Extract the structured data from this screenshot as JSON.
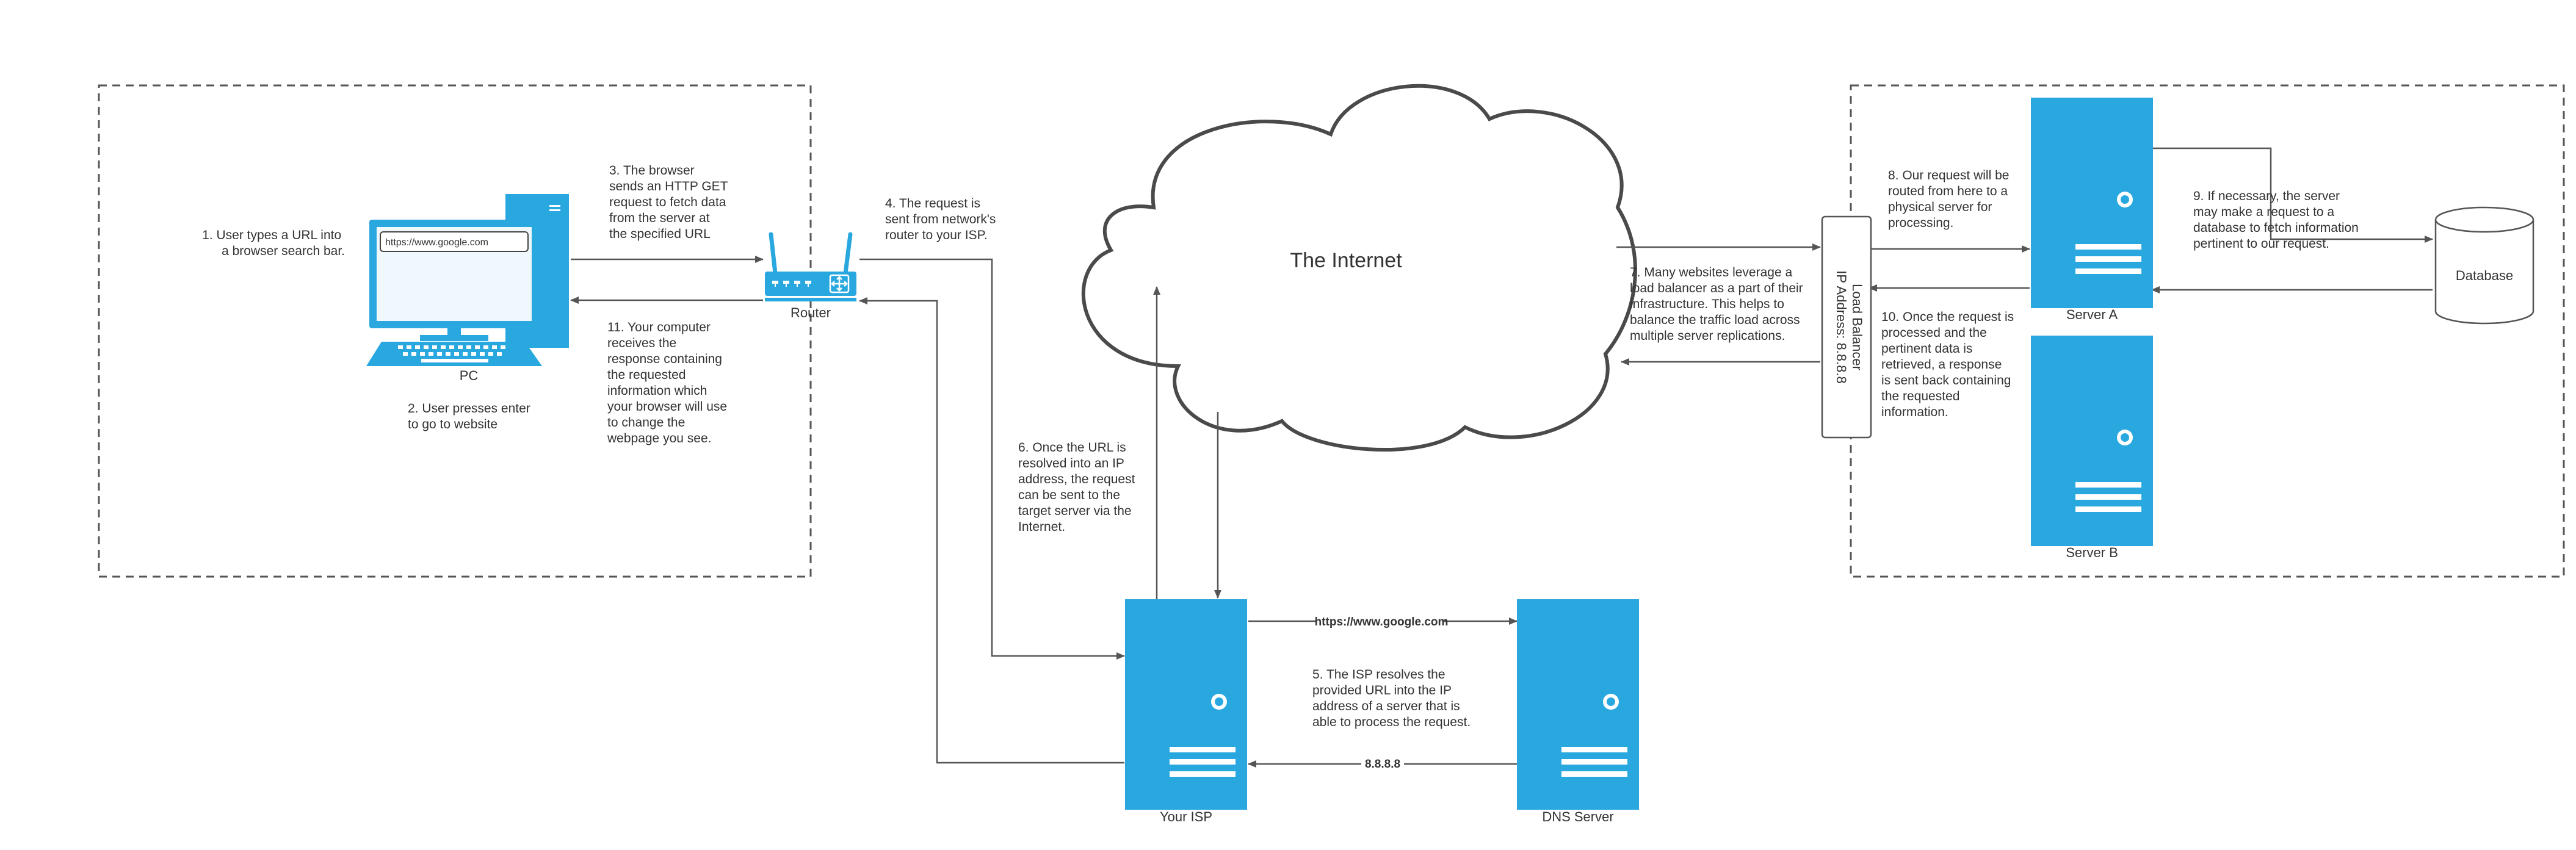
{
  "title": "The Internet",
  "colors": {
    "accent": "#29a8e0",
    "line": "#555555",
    "text": "#333333",
    "screen": "#eef8fd"
  },
  "nodes": {
    "pc": {
      "label": "PC",
      "url": "https://www.google.com"
    },
    "router": {
      "label": "Router"
    },
    "isp": {
      "label": "Your ISP"
    },
    "dns": {
      "label": "DNS Server"
    },
    "load_balancer": {
      "label": "Load Balancer",
      "ip": "IP Address: 8.8.8.8"
    },
    "server_a": {
      "label": "Server A"
    },
    "server_b": {
      "label": "Server B"
    },
    "database": {
      "label": "Database"
    }
  },
  "edge_labels": {
    "url_to_dns": "https://www.google.com",
    "ip_from_dns": "8.8.8.8"
  },
  "steps": [
    {
      "id": "step1",
      "lines": [
        "1. User types a URL into",
        "a browser search bar."
      ]
    },
    {
      "id": "step2",
      "lines": [
        "2. User presses enter",
        "to go to website"
      ]
    },
    {
      "id": "step3",
      "lines": [
        "3. The browser",
        "sends an HTTP GET",
        "request to fetch data",
        "from the server at",
        "the specified URL"
      ]
    },
    {
      "id": "step4",
      "lines": [
        "4. The request is",
        "sent from network's",
        "router to your ISP."
      ]
    },
    {
      "id": "step5",
      "lines": [
        "5. The ISP resolves the",
        "provided URL into the IP",
        "address of a server that is",
        "able to process the request."
      ]
    },
    {
      "id": "step6",
      "lines": [
        "6. Once the URL is",
        "resolved into an IP",
        "address, the request",
        "can be sent to the",
        "target server via the",
        "Internet."
      ]
    },
    {
      "id": "step7",
      "lines": [
        "7. Many websites leverage a",
        "load balancer as a part of their",
        "infrastructure. This helps to",
        "balance the traffic load across",
        "multiple server replications."
      ]
    },
    {
      "id": "step8",
      "lines": [
        "8. Our request will be",
        "routed from here to a",
        "physical server for",
        "processing."
      ]
    },
    {
      "id": "step9",
      "lines": [
        "9. If necessary, the server",
        "may make a request to a",
        "database to fetch information",
        "pertinent to our request."
      ]
    },
    {
      "id": "step10",
      "lines": [
        "10. Once the request is",
        "processed and the",
        "pertinent data is",
        "retrieved, a response",
        "is sent back containing",
        "the requested",
        "information."
      ]
    },
    {
      "id": "step11",
      "lines": [
        "11. Your computer",
        "receives the",
        "response containing",
        "the requested",
        "information which",
        "your browser will use",
        "to change the",
        "webpage you see."
      ]
    }
  ]
}
